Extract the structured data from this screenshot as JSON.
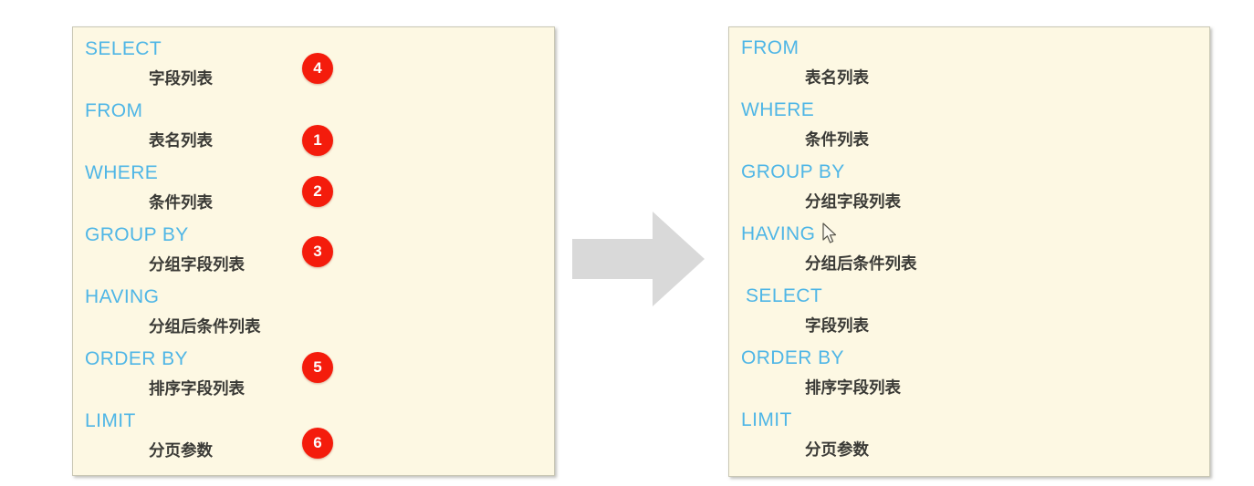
{
  "diagram": {
    "title": "SQL statement written order vs execution order",
    "accent_blue": "#4fb6e6",
    "badge_red": "#f41c0c",
    "panel_bg": "#fdf8e3",
    "text_color": "#3a3a36",
    "arrow_color": "#d9d9d9"
  },
  "left_panel": {
    "name": "written-order",
    "lines": [
      {
        "keyword": "SELECT",
        "value": "字段列表",
        "badge": "4"
      },
      {
        "keyword": "FROM",
        "value": "表名列表",
        "badge": "1"
      },
      {
        "keyword": "WHERE",
        "value": "条件列表",
        "badge": "2"
      },
      {
        "keyword": "GROUP  BY",
        "value": "分组字段列表",
        "badge": "3"
      },
      {
        "keyword": "HAVING",
        "value": "分组后条件列表",
        "badge": ""
      },
      {
        "keyword": "ORDER BY",
        "value": "排序字段列表",
        "badge": "5"
      },
      {
        "keyword": "LIMIT",
        "value": "分页参数",
        "badge": "6"
      }
    ]
  },
  "right_panel": {
    "name": "execution-order",
    "lines": [
      {
        "keyword": "FROM",
        "value": "表名列表"
      },
      {
        "keyword": "WHERE",
        "value": "条件列表"
      },
      {
        "keyword": "GROUP  BY",
        "value": "分组字段列表"
      },
      {
        "keyword": "HAVING",
        "value": "分组后条件列表"
      },
      {
        "keyword": "SELECT",
        "value": "字段列表"
      },
      {
        "keyword": "ORDER BY",
        "value": "排序字段列表"
      },
      {
        "keyword": "LIMIT",
        "value": "分页参数"
      }
    ]
  },
  "arrow": {
    "icon": "right-arrow-icon",
    "direction": "right"
  },
  "cursor": {
    "icon": "mouse-pointer-icon"
  }
}
